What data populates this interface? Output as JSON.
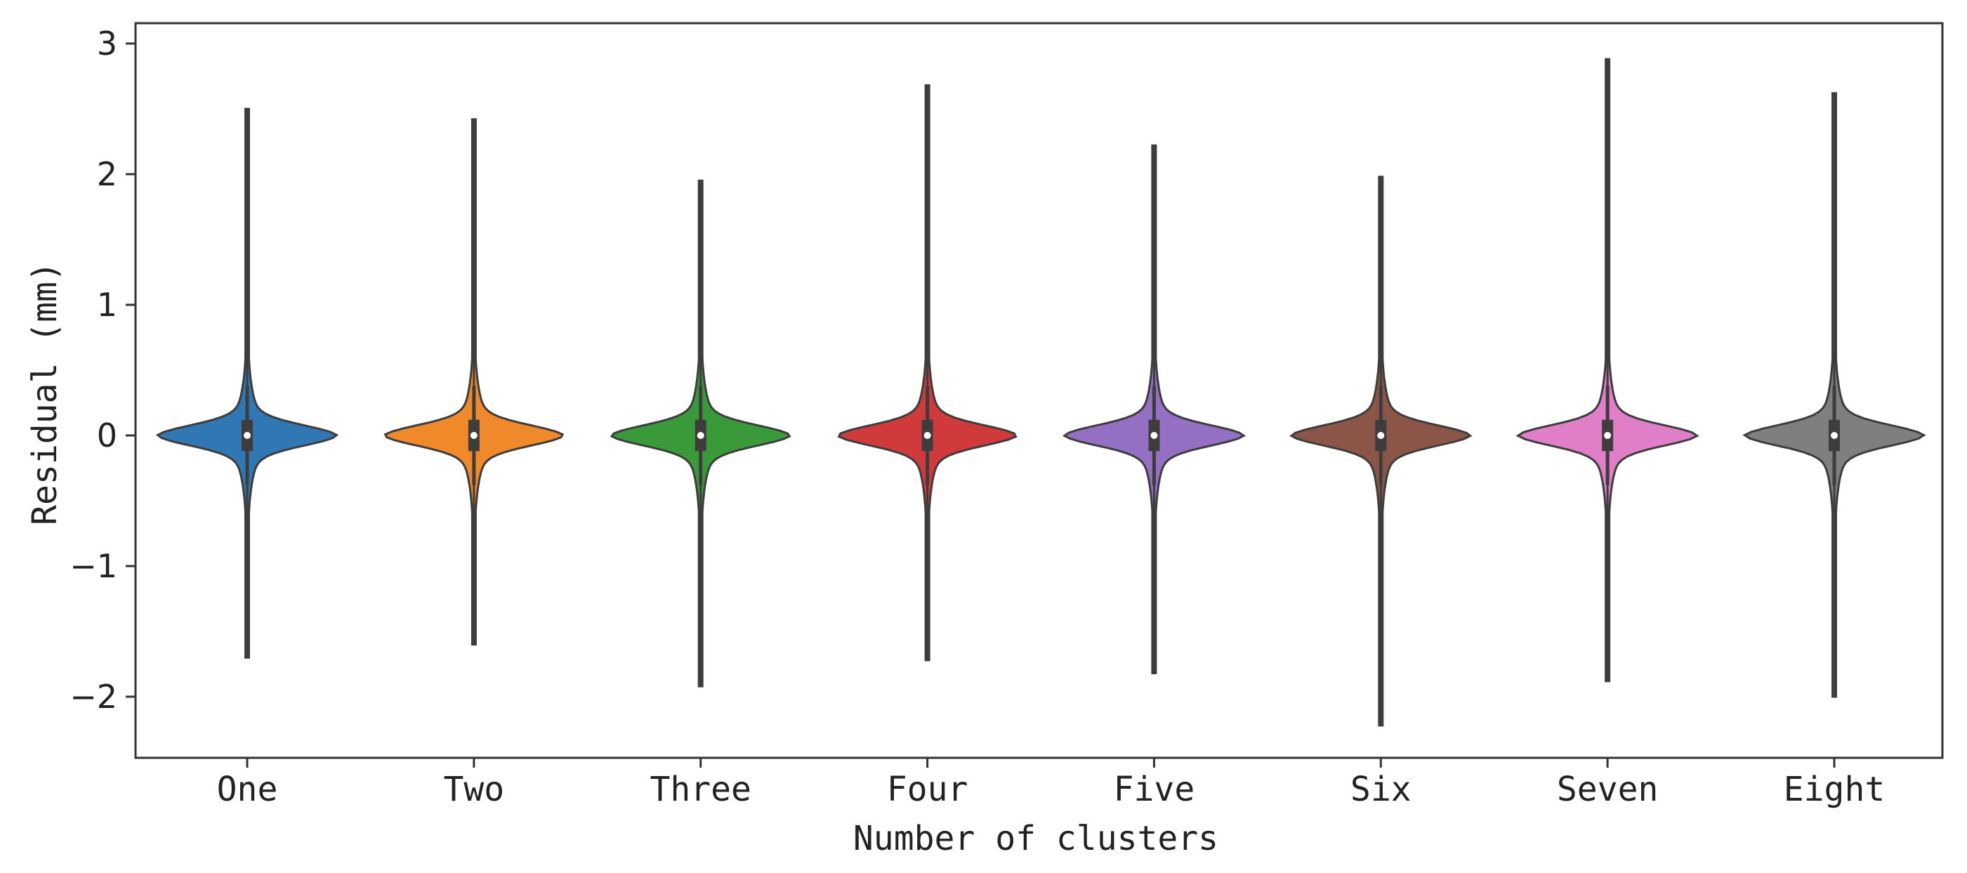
{
  "chart_data": {
    "type": "violin",
    "title": "",
    "xlabel": "Number of clusters",
    "ylabel": "Residual (mm)",
    "ylim": [
      -2.5,
      3.15
    ],
    "yticks": [
      -2,
      -1,
      0,
      1,
      2,
      3
    ],
    "ytick_labels": [
      "−2",
      "−1",
      "0",
      "1",
      "2",
      "3"
    ],
    "grid": false,
    "legend": false,
    "categories": [
      "One",
      "Two",
      "Three",
      "Four",
      "Five",
      "Six",
      "Seven",
      "Eight"
    ],
    "series": [
      {
        "category": "One",
        "color": "#2f78b4",
        "min": -1.7,
        "max": 2.5,
        "q1": -0.12,
        "median": 0.0,
        "q3": 0.12
      },
      {
        "category": "Two",
        "color": "#f0892a",
        "min": -1.6,
        "max": 2.42,
        "q1": -0.12,
        "median": 0.0,
        "q3": 0.12
      },
      {
        "category": "Three",
        "color": "#3a9a3a",
        "min": -1.92,
        "max": 1.95,
        "q1": -0.12,
        "median": 0.0,
        "q3": 0.12
      },
      {
        "category": "Four",
        "color": "#d03a3a",
        "min": -1.72,
        "max": 2.68,
        "q1": -0.12,
        "median": 0.0,
        "q3": 0.12
      },
      {
        "category": "Five",
        "color": "#9470c4",
        "min": -1.82,
        "max": 2.22,
        "q1": -0.12,
        "median": 0.0,
        "q3": 0.12
      },
      {
        "category": "Six",
        "color": "#8b5548",
        "min": -2.22,
        "max": 1.98,
        "q1": -0.12,
        "median": 0.0,
        "q3": 0.12
      },
      {
        "category": "Seven",
        "color": "#e07ec7",
        "min": -1.88,
        "max": 2.88,
        "q1": -0.12,
        "median": 0.0,
        "q3": 0.12
      },
      {
        "category": "Eight",
        "color": "#7f7f7f",
        "min": -2.0,
        "max": 2.62,
        "q1": -0.12,
        "median": 0.0,
        "q3": 0.12
      }
    ]
  }
}
